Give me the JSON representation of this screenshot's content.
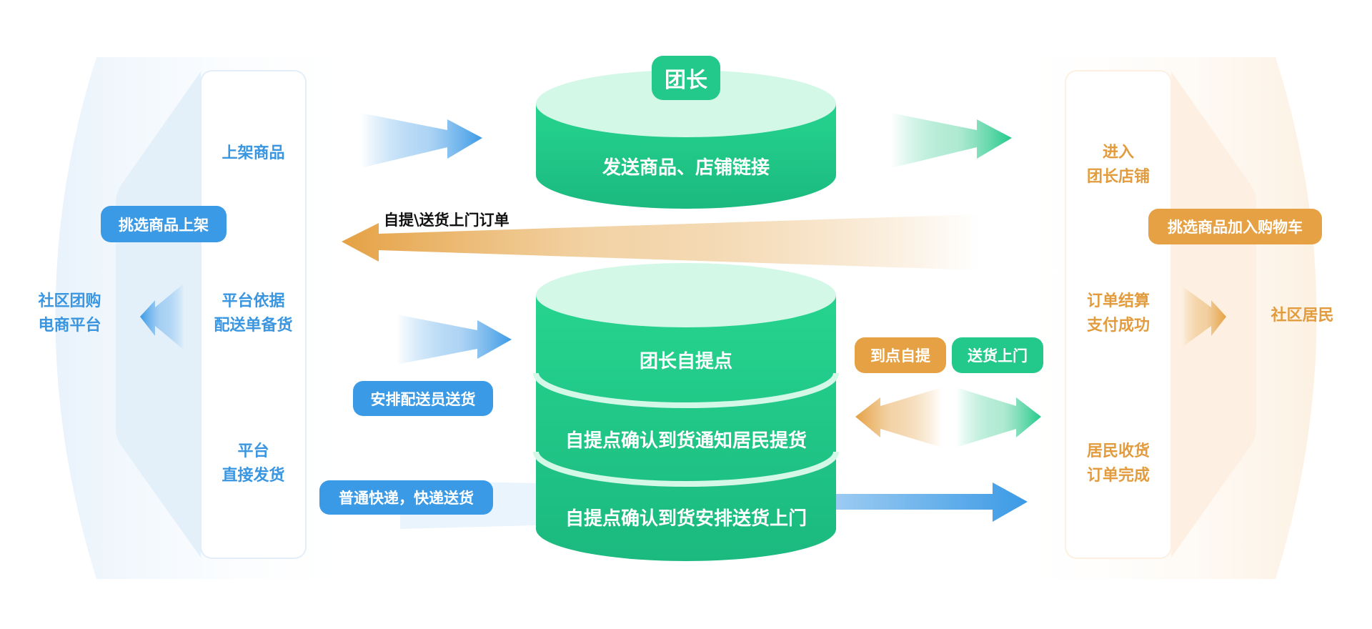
{
  "left_panel": {
    "title": [
      "社区团购",
      "电商平台"
    ],
    "steps": [
      {
        "lines": [
          "上架商品"
        ]
      },
      {
        "lines": [
          "平台依据",
          "配送单备货"
        ]
      },
      {
        "lines": [
          "平台",
          "直接发货"
        ]
      }
    ],
    "badge": "挑选商品上架",
    "color": "#3a96e0"
  },
  "center": {
    "top_badge": "团长",
    "top_cylinder": "发送商品、店铺链接",
    "order_arrow_label": "自提\\送货上门订单",
    "stack": [
      "团长自提点",
      "自提点确认到货通知居民提货",
      "自提点确认到货安排送货上门"
    ],
    "left_badges": [
      "安排配送员送货",
      "普通快递，快递送货"
    ],
    "right_badges": [
      {
        "label": "到点自提",
        "color": "#e5a143"
      },
      {
        "label": "送货上门",
        "color": "#22c98a"
      }
    ],
    "green": "#22c98a"
  },
  "right_panel": {
    "title": [
      "社区居民"
    ],
    "steps": [
      {
        "lines": [
          "进入",
          "团长店铺"
        ]
      },
      {
        "lines": [
          "订单结算",
          "支付成功"
        ]
      },
      {
        "lines": [
          "居民收货",
          "订单完成"
        ]
      }
    ],
    "badge": "挑选商品加入购物车",
    "color": "#e29c3e"
  }
}
